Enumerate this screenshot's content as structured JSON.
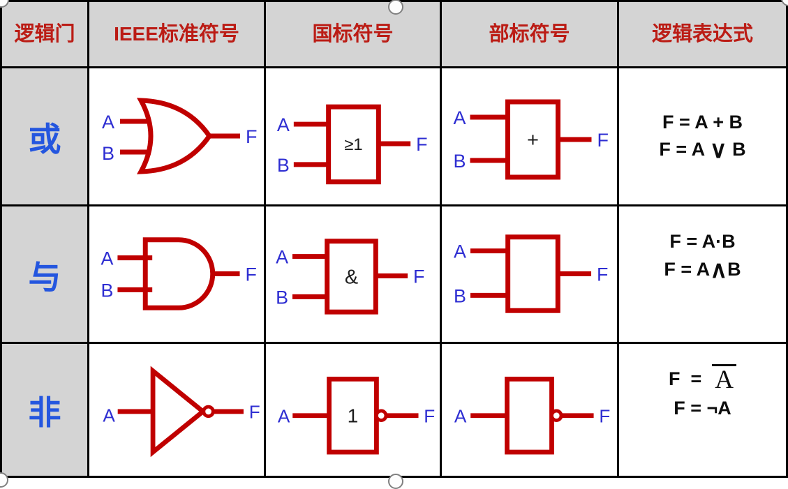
{
  "colors": {
    "gate_red": "#c00000",
    "header_red": "#bb1c15",
    "name_blue": "#2456df",
    "signal_blue": "#2e2ed2",
    "expr_black": "#0d0d0d",
    "cell_gray": "#d4d4d4",
    "grid_black": "#000000",
    "handle_gray": "#808080"
  },
  "header": {
    "gate_col": "逻辑门",
    "ieee_prefix": "IEEE",
    "ieee_suffix": "标准符号",
    "gb_col": "国标符号",
    "bb_col": "部标符号",
    "expr_col": "逻辑表达式"
  },
  "rows": [
    {
      "name": "或",
      "symbol": "or",
      "a": "A",
      "b": "B",
      "f": "F",
      "gb_box": "≥1",
      "bb_box": "+",
      "expr1": "F = A + B",
      "expr2_pre": "F = A ",
      "expr2_op": "∨",
      "expr2_post": " B"
    },
    {
      "name": "与",
      "symbol": "and",
      "a": "A",
      "b": "B",
      "f": "F",
      "gb_box": "&",
      "expr1": "F = A·B",
      "expr2_pre": "F = A",
      "expr2_op": "∧",
      "expr2_post": "B"
    },
    {
      "name": "非",
      "symbol": "not",
      "a": "A",
      "f": "F",
      "gb_box": "1",
      "expr1_pre": "F  =  ",
      "expr1_ov": "A",
      "expr2": "F = ¬A"
    }
  ]
}
